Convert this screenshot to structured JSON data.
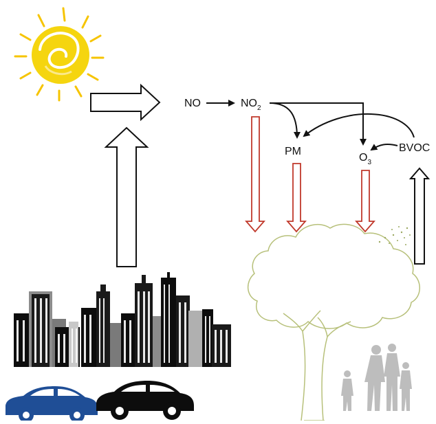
{
  "labels": {
    "no": "NO",
    "no2_base": "NO",
    "no2_sub": "2",
    "pm": "PM",
    "o3_base": "O",
    "o3_sub": "3",
    "bvoc": "BVOC"
  },
  "icons": {
    "sun": "sun-icon",
    "city": "city-skyline-icon",
    "blue_car": "blue-car-icon",
    "black_car": "black-car-icon",
    "tree": "tree-icon",
    "family": "family-silhouette-icon"
  },
  "colors": {
    "sun_yellow": "#f5d50f",
    "sun_outline": "#f6c400",
    "deposition_arrow": "#c0392b",
    "tree_outline": "#b7c07a",
    "blue_car": "#1f4e96",
    "family_gray": "#bdbdbd"
  }
}
